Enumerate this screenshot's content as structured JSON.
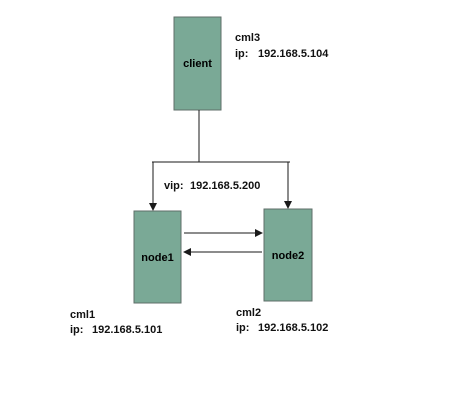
{
  "nodes": {
    "client": {
      "label": "client",
      "host": "cml3",
      "ip_label": "ip:",
      "ip": "192.168.5.104"
    },
    "node1": {
      "label": "node1",
      "host": "cml1",
      "ip_label": "ip:",
      "ip": "192.168.5.101"
    },
    "node2": {
      "label": "node2",
      "host": "cml2",
      "ip_label": "ip:",
      "ip": "192.168.5.102"
    }
  },
  "vip": {
    "label": "vip:",
    "value": "192.168.5.200"
  },
  "colors": {
    "node_fill": "#7aa996",
    "node_border": "#5f6e68",
    "line": "#1a1a1a"
  }
}
